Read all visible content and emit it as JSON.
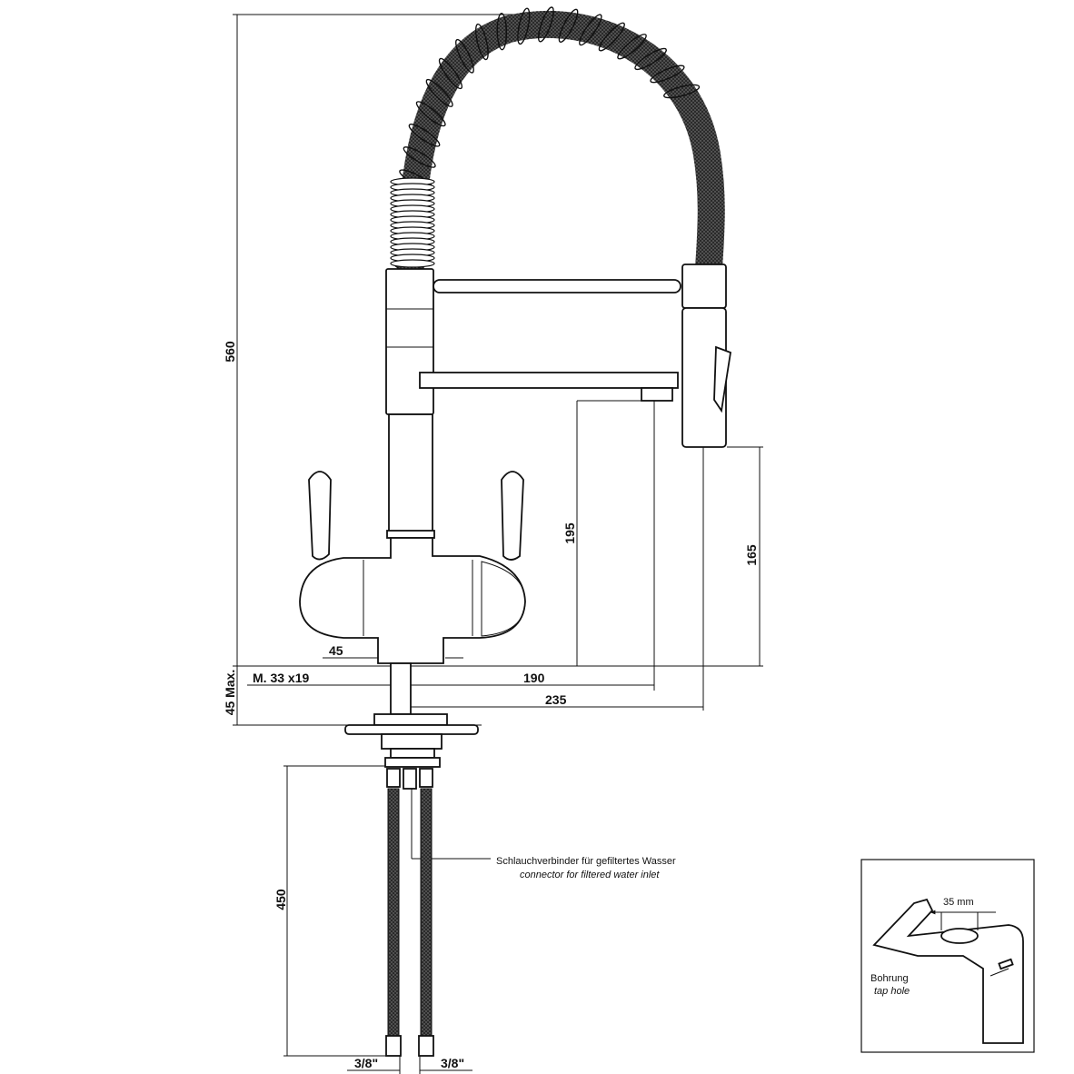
{
  "dimensions": {
    "total_height": "560",
    "max_thickness": "45 Max.",
    "thread": "M. 33 x19",
    "lever_offset": "45",
    "spout_height": "195",
    "shower_height": "165",
    "spout_reach": "190",
    "shower_reach": "235",
    "hose_length": "450",
    "left_connection": "3/8\"",
    "right_connection": "3/8\""
  },
  "connector_note": {
    "de": "Schlauchverbinder für gefiltertes Wasser",
    "en": "connector for filtered water inlet"
  },
  "inset": {
    "hole_size": "35 mm",
    "label_de": "Bohrung",
    "label_en": "tap hole"
  },
  "colors": {
    "line": "#111111",
    "background": "#ffffff"
  }
}
